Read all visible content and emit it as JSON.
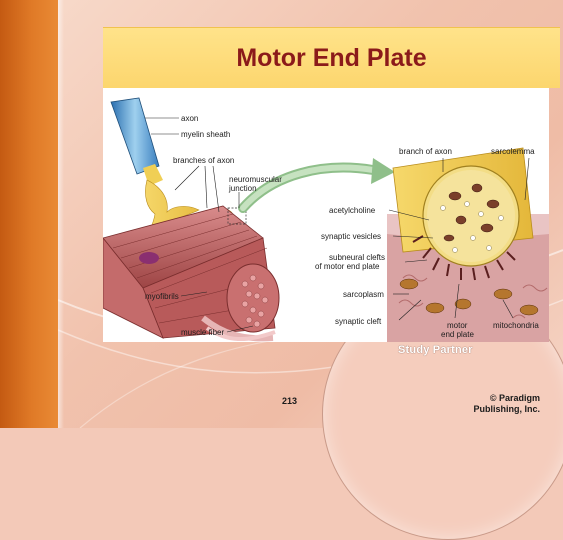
{
  "slide": {
    "title": "Motor End Plate",
    "page_number": "213",
    "copyright_line1": "© Paradigm",
    "copyright_line2": "Publishing, Inc.",
    "watermark": "Study Partner"
  },
  "colors": {
    "title_bg": "#fcd66e",
    "title_text": "#8b1a1a",
    "left_bar": "#e07a27",
    "background": "#f3c9b8"
  },
  "diagram": {
    "left_labels": {
      "axon": "axon",
      "myelin_sheath": "myelin sheath",
      "branches_of_axon": "branches of axon",
      "neuromuscular_junction_1": "neuromuscular",
      "neuromuscular_junction_2": "junction",
      "myofibrils": "myofibrils",
      "muscle_fiber": "muscle fiber"
    },
    "right_labels": {
      "branch_of_axon": "branch of axon",
      "sarcolemma": "sarcolemma",
      "acetylcholine": "acetylcholine",
      "synaptic_vesicles": "synaptic vesicles",
      "subneural_clefts_1": "subneural clefts",
      "subneural_clefts_2": "of motor end plate",
      "sarcoplasm": "sarcoplasm",
      "synaptic_cleft": "synaptic cleft",
      "motor_end_plate_1": "motor",
      "motor_end_plate_2": "end plate",
      "mitochondria": "mitochondria"
    }
  }
}
